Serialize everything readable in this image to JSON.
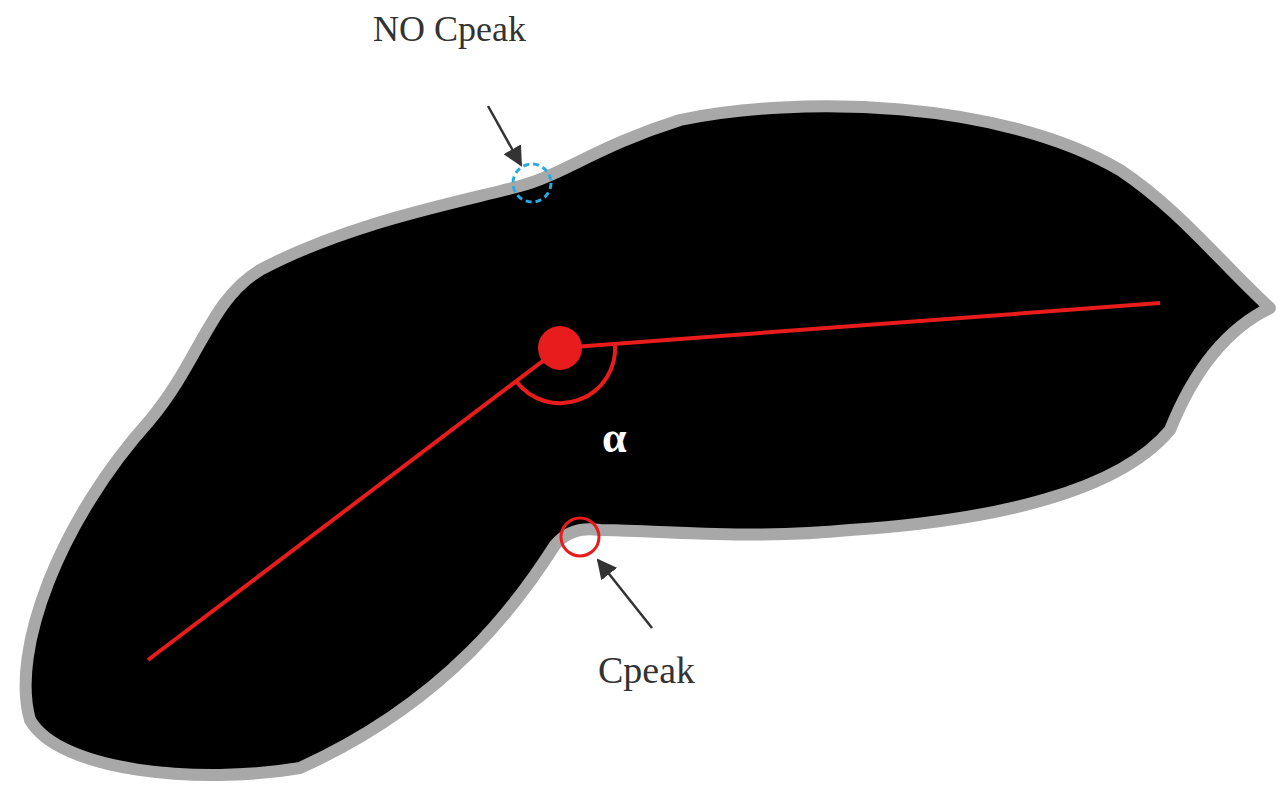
{
  "diagram": {
    "labels": [
      "NO Cpeak",
      "α",
      "Cpeak"
    ]
  }
}
